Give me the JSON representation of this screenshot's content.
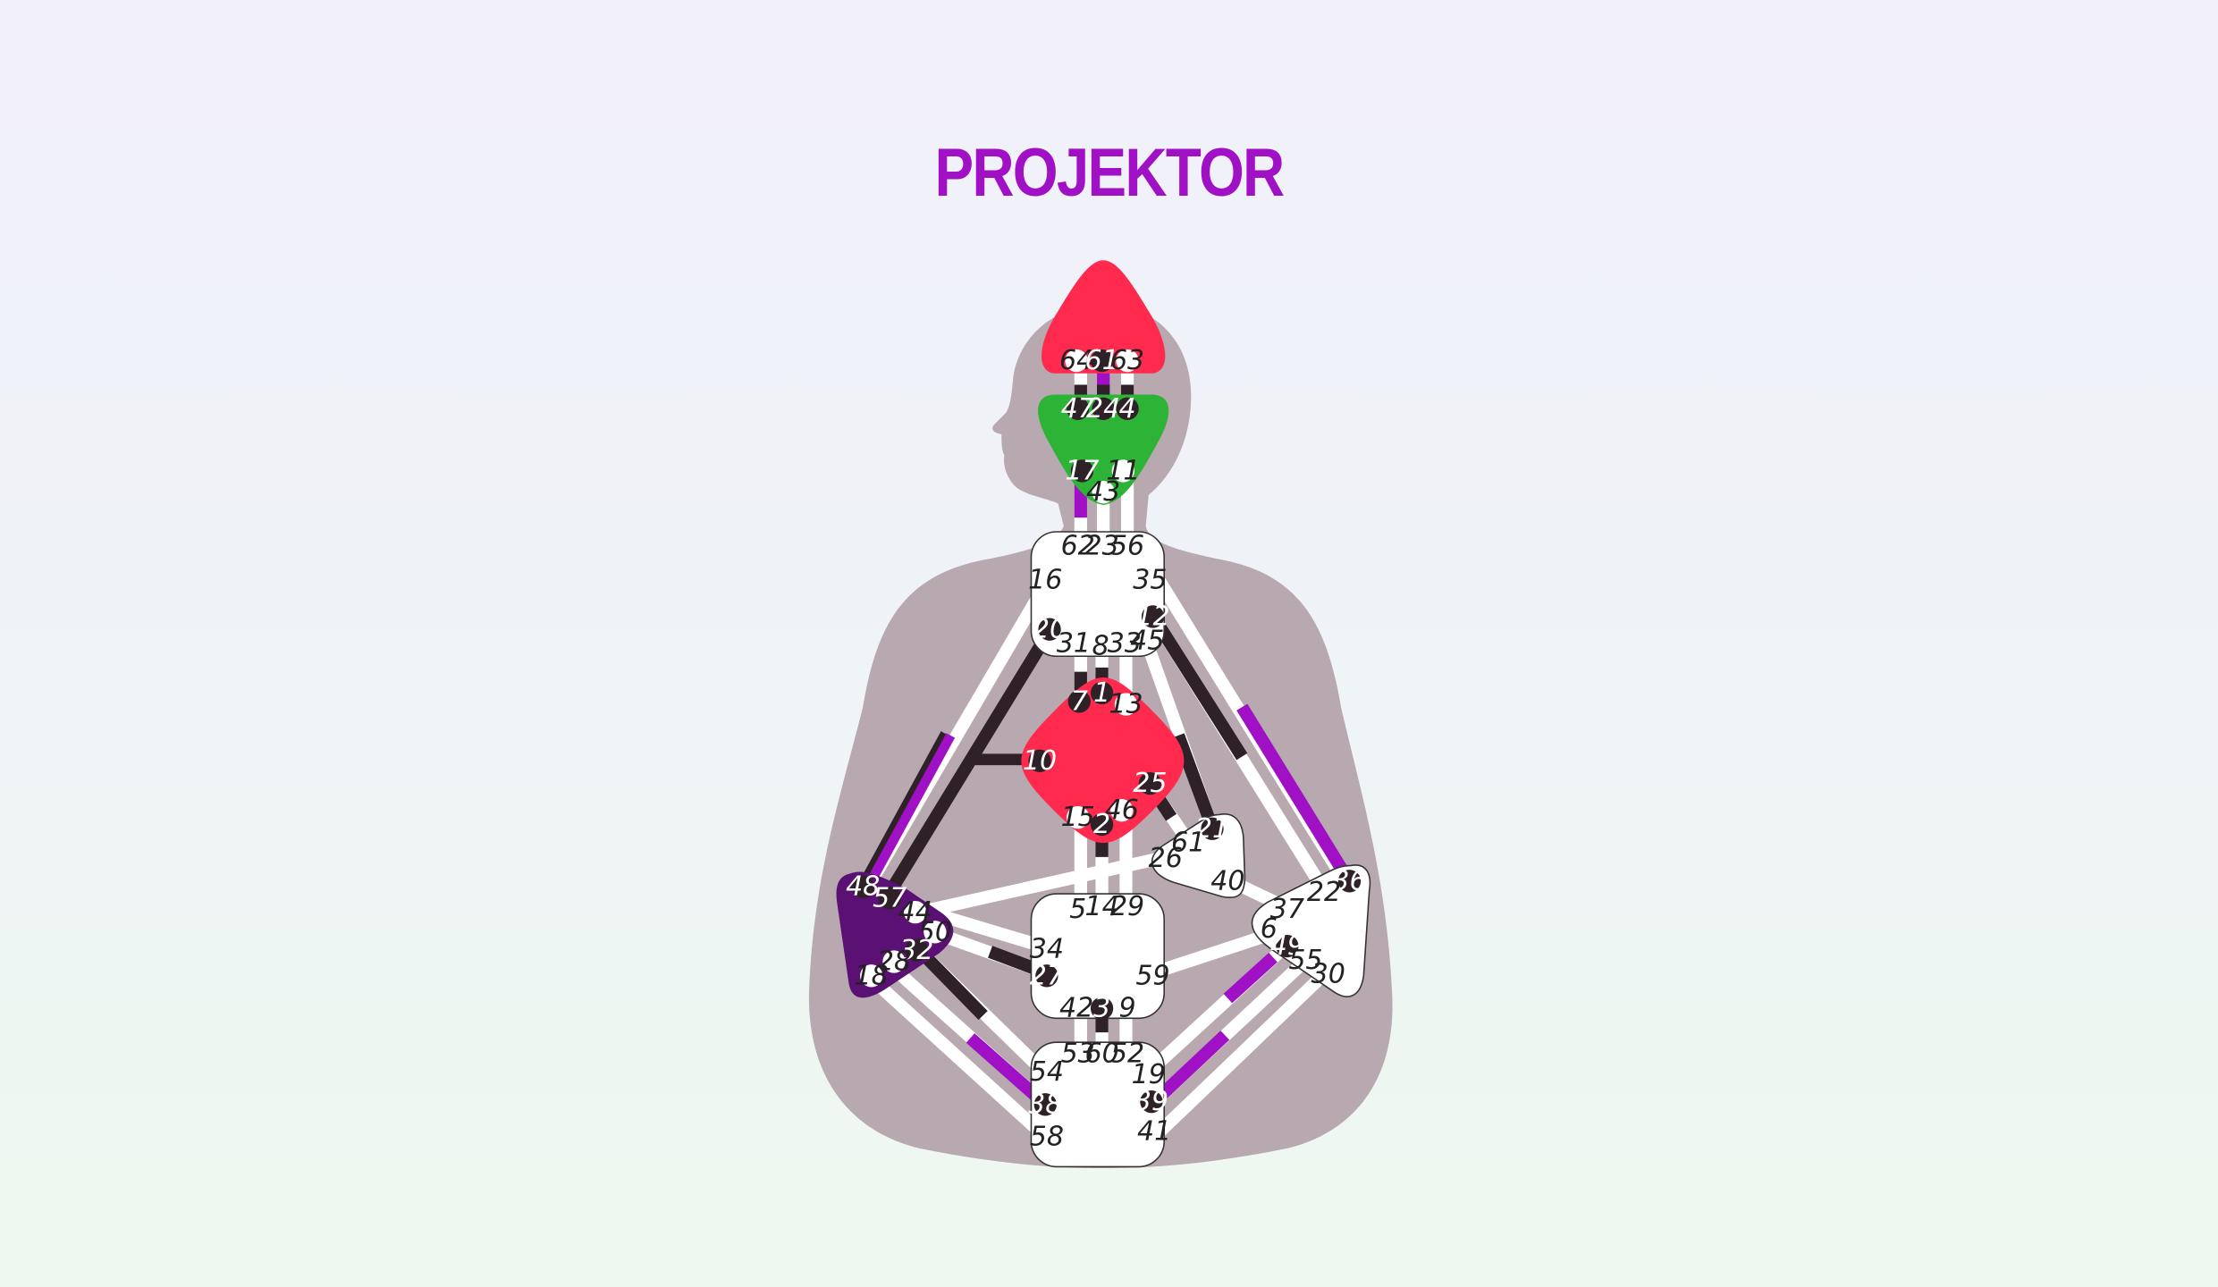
{
  "title": "PROJEKTOR",
  "colors": {
    "title": "#a010c4",
    "silhouette": "#b8a8b0",
    "head_center": "#ff2a4e",
    "ajna_center": "#2db336",
    "g_center": "#ff2a4e",
    "spleen_center": "#5b1073",
    "undefined_center": "#ffffff",
    "channel_personality": "#2e2228",
    "channel_design": "#a010c4",
    "channel_open": "#ffffff"
  },
  "centers": {
    "head": {
      "label": "Head",
      "defined": true,
      "gates": [
        {
          "n": "64",
          "active": false
        },
        {
          "n": "61",
          "active": true
        },
        {
          "n": "63",
          "active": false
        }
      ]
    },
    "ajna": {
      "label": "Ajna",
      "defined": true,
      "gates": [
        {
          "n": "47",
          "active": true
        },
        {
          "n": "24",
          "active": true
        },
        {
          "n": "4",
          "active": true
        },
        {
          "n": "17",
          "active": true
        },
        {
          "n": "11",
          "active": false
        },
        {
          "n": "43",
          "active": false
        }
      ]
    },
    "throat": {
      "label": "Throat",
      "defined": false,
      "gates": [
        {
          "n": "62",
          "active": false
        },
        {
          "n": "23",
          "active": false
        },
        {
          "n": "56",
          "active": false
        },
        {
          "n": "16",
          "active": false
        },
        {
          "n": "35",
          "active": false
        },
        {
          "n": "12",
          "active": true
        },
        {
          "n": "20",
          "active": true
        },
        {
          "n": "31",
          "active": false
        },
        {
          "n": "8",
          "active": false
        },
        {
          "n": "33",
          "active": false
        },
        {
          "n": "45",
          "active": false
        }
      ]
    },
    "g": {
      "label": "G",
      "defined": true,
      "gates": [
        {
          "n": "7",
          "active": true
        },
        {
          "n": "1",
          "active": true
        },
        {
          "n": "13",
          "active": false
        },
        {
          "n": "10",
          "active": true
        },
        {
          "n": "25",
          "active": true
        },
        {
          "n": "46",
          "active": false
        },
        {
          "n": "15",
          "active": false
        },
        {
          "n": "2",
          "active": true
        }
      ]
    },
    "heart": {
      "label": "Heart",
      "defined": false,
      "gates": [
        {
          "n": "21",
          "active": true
        },
        {
          "n": "61",
          "active": false
        },
        {
          "n": "26",
          "active": false
        },
        {
          "n": "40",
          "active": false
        }
      ]
    },
    "spleen": {
      "label": "Spleen",
      "defined": true,
      "gates": [
        {
          "n": "48",
          "active": true
        },
        {
          "n": "57",
          "active": true
        },
        {
          "n": "44",
          "active": false
        },
        {
          "n": "50",
          "active": false
        },
        {
          "n": "32",
          "active": true
        },
        {
          "n": "28",
          "active": false
        },
        {
          "n": "18",
          "active": false
        }
      ]
    },
    "sacral": {
      "label": "Sacral",
      "defined": false,
      "gates": [
        {
          "n": "5",
          "active": false
        },
        {
          "n": "14",
          "active": false
        },
        {
          "n": "29",
          "active": false
        },
        {
          "n": "34",
          "active": false
        },
        {
          "n": "27",
          "active": true
        },
        {
          "n": "59",
          "active": false
        },
        {
          "n": "42",
          "active": false
        },
        {
          "n": "3",
          "active": true
        },
        {
          "n": "9",
          "active": false
        }
      ]
    },
    "solar_plexus": {
      "label": "Solar Plexus",
      "defined": false,
      "gates": [
        {
          "n": "36",
          "active": true
        },
        {
          "n": "22",
          "active": false
        },
        {
          "n": "37",
          "active": false
        },
        {
          "n": "6",
          "active": false
        },
        {
          "n": "49",
          "active": true
        },
        {
          "n": "55",
          "active": false
        },
        {
          "n": "30",
          "active": false
        }
      ]
    },
    "root": {
      "label": "Root",
      "defined": false,
      "gates": [
        {
          "n": "53",
          "active": false
        },
        {
          "n": "60",
          "active": false
        },
        {
          "n": "52",
          "active": false
        },
        {
          "n": "54",
          "active": false
        },
        {
          "n": "19",
          "active": false
        },
        {
          "n": "38",
          "active": true
        },
        {
          "n": "39",
          "active": true
        },
        {
          "n": "58",
          "active": false
        },
        {
          "n": "41",
          "active": false
        }
      ]
    }
  }
}
